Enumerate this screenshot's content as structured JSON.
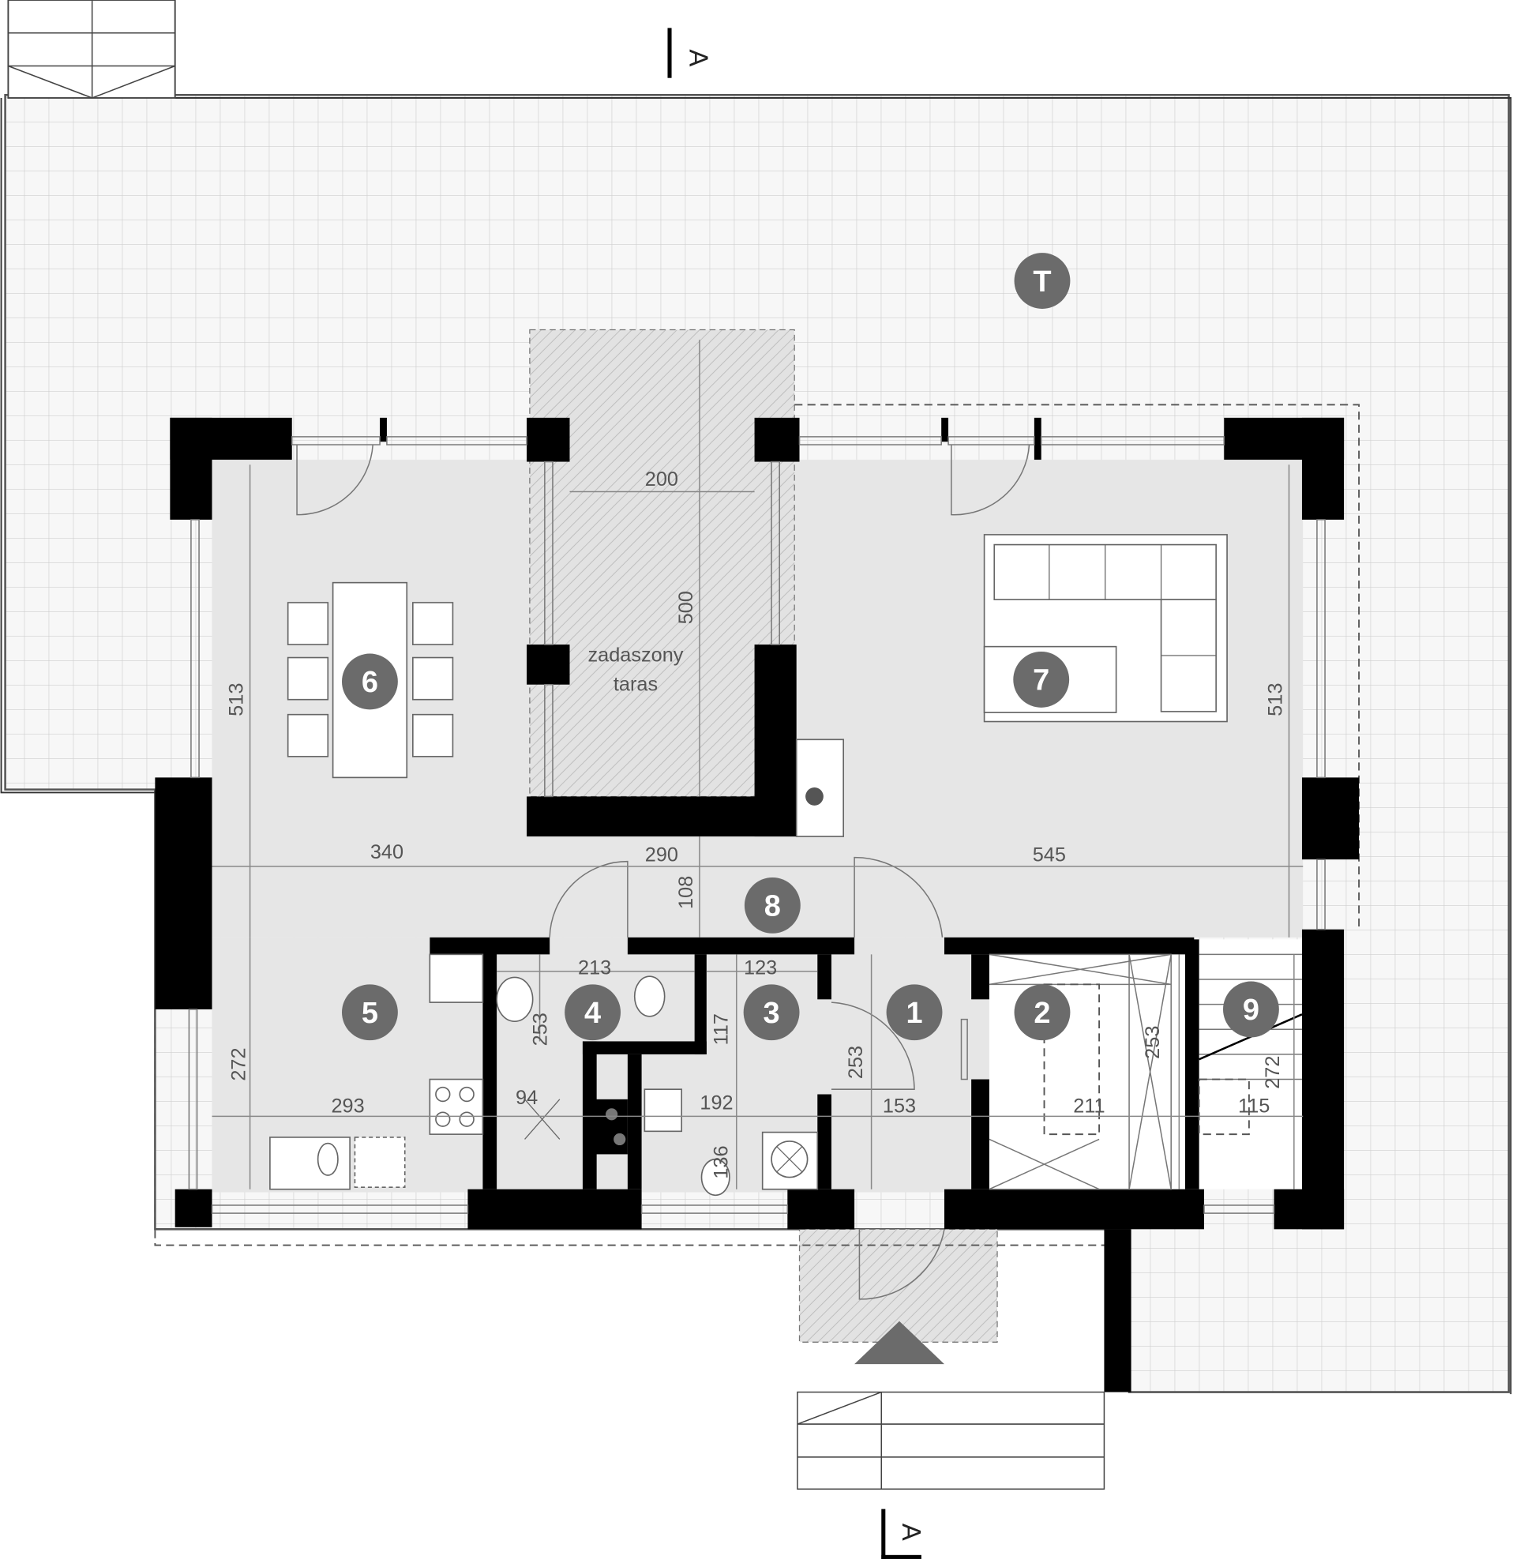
{
  "plan": {
    "section_marker": "A",
    "covered_terrace": {
      "line1": "zadaszony",
      "line2": "taras"
    },
    "rooms": {
      "r1": "1",
      "r2": "2",
      "r3": "3",
      "r4": "4",
      "r5": "5",
      "r6": "6",
      "r7": "7",
      "r8": "8",
      "r9": "9",
      "t": "T"
    },
    "dims": {
      "terrace_w": "200",
      "terrace_h": "500",
      "r6_h": "513",
      "r7_h": "513",
      "r6_w": "340",
      "mid_w": "290",
      "r7_w": "545",
      "r8_h": "108",
      "r4_w": "213",
      "r3_w": "123",
      "r4_h": "253",
      "r3_h1": "117",
      "r1_h": "253",
      "r2_h": "253",
      "r9_h": "272",
      "r5_h": "272",
      "r5_w": "293",
      "r4b_w": "94",
      "r3_w2": "192",
      "r1_w": "153",
      "r2_w": "211",
      "r9_w": "115",
      "r3_h2": "136"
    }
  },
  "colors": {
    "wall": "#000000",
    "floor": "#e6e6e6",
    "label": "#6b6b6b",
    "grid": "#cfcfcf"
  }
}
